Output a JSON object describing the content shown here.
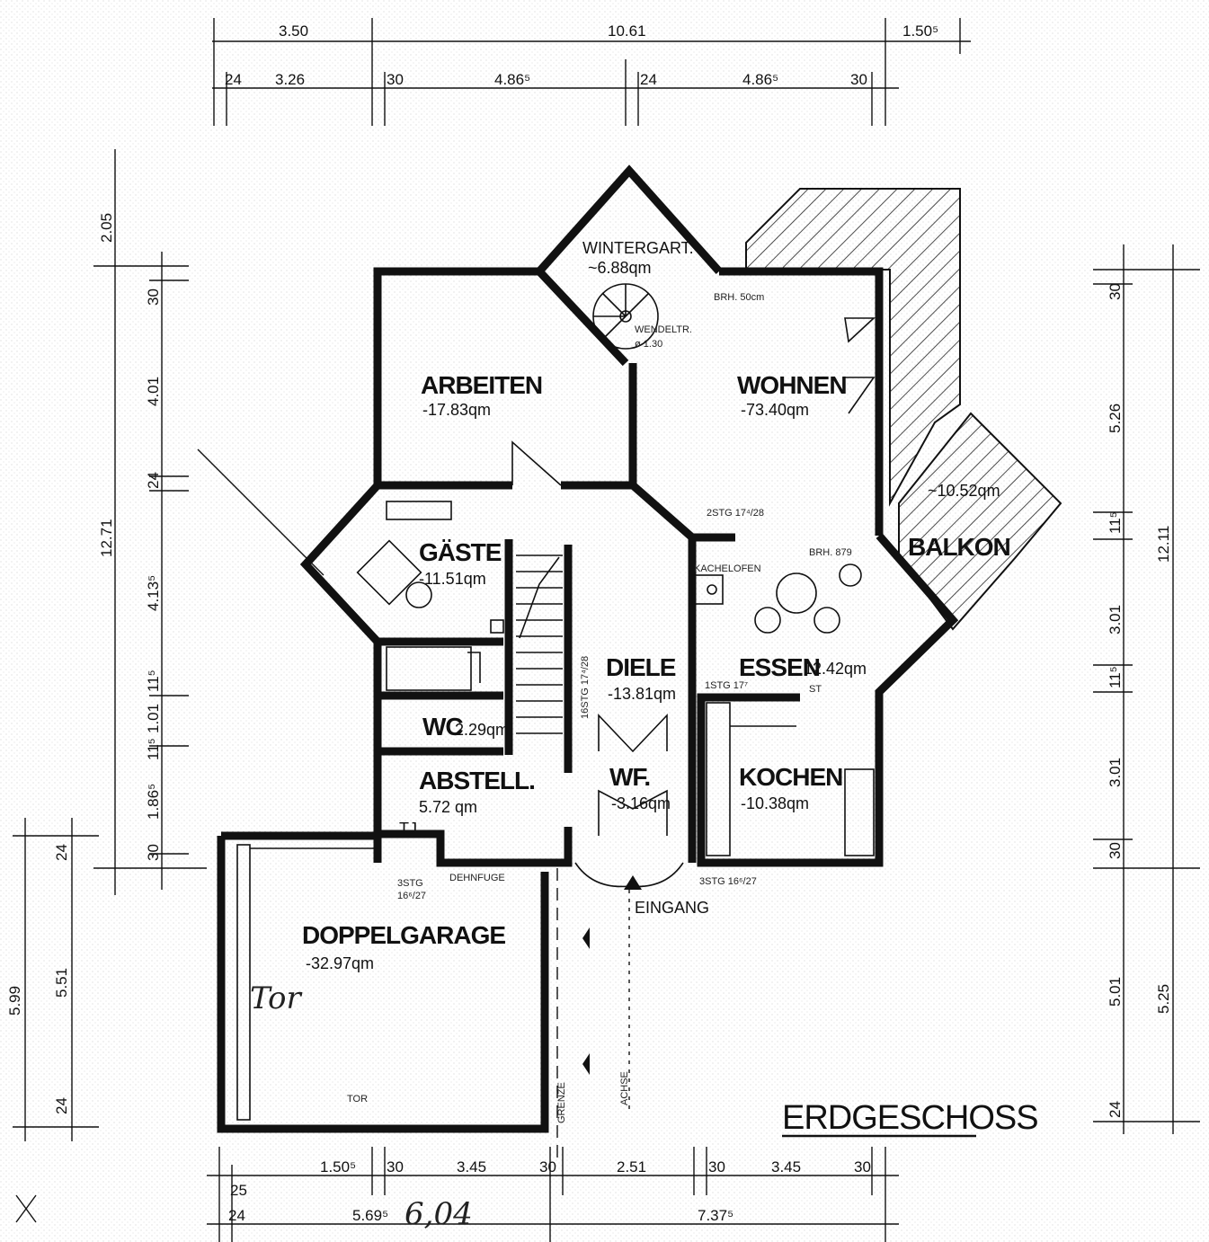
{
  "plan_title": "ERDGESCHOSS",
  "rooms": {
    "wintergarten": {
      "name": "WINTERGART.",
      "area": "~6.88qm"
    },
    "arbeiten": {
      "name": "ARBEITEN",
      "area": "-17.83qm"
    },
    "wohnen": {
      "name": "WOHNEN",
      "area": "-73.40qm"
    },
    "gaeste": {
      "name": "GÄSTE",
      "area": "-11.51qm"
    },
    "balkon": {
      "name": "BALKON",
      "area": "~10.52qm"
    },
    "diele": {
      "name": "DIELE",
      "area": "-13.81qm"
    },
    "essen": {
      "name": "ESSEN",
      "area": "12.42qm"
    },
    "wc": {
      "name": "WC",
      "area": "2.29qm"
    },
    "abstell": {
      "name": "ABSTELL.",
      "area": "5.72 qm"
    },
    "wf": {
      "name": "WF.",
      "area": "-3.16qm"
    },
    "kochen": {
      "name": "KOCHEN",
      "area": "-10.38qm"
    },
    "garage": {
      "name": "DOPPELGARAGE",
      "area": "-32.97qm"
    }
  },
  "labels": {
    "eingang": "EINGANG",
    "wendeltreppe": "WENDELTR.",
    "wendel_dia": "ø 1.30",
    "brh50": "BRH. 50cm",
    "stg_upper": "2STG 17⁴/28",
    "stg_essen": "1STG 17⁷",
    "kachelofen": "KACHELOFEN",
    "brh_essen": "BRH. 879",
    "st": "ST",
    "dehnfuge": "DEHNFUGE",
    "stg_left": "3STG",
    "stg_left2": "16⁶/27",
    "stg_right": "3STG 16⁶/27",
    "stair_run": "16STG 17⁴/28",
    "grenze": "GRENZE",
    "achse": "ACHSE",
    "tor": "Tor",
    "tor_note": "TOR",
    "hand_604": "6,04",
    "tj": "TJ"
  },
  "dims_top_row1": [
    "3.50",
    "10.61",
    "1.50⁵"
  ],
  "dims_top_row2": [
    "24",
    "3.26",
    "30",
    "4.86⁵",
    "24",
    "4.86⁵",
    "30"
  ],
  "dims_left_outer": [
    "2.05",
    "12.71"
  ],
  "dims_left_inner": [
    "30",
    "4.01",
    "24",
    "4.13⁵",
    "11⁵",
    "1.01",
    "11⁵",
    "1.86⁵",
    "30"
  ],
  "dims_left_garage": [
    "5.99",
    "5.51",
    "24",
    "24"
  ],
  "dims_right_inner": [
    "30",
    "5.26",
    "11⁵",
    "3.01",
    "11⁵",
    "3.01",
    "30",
    "5.01",
    "24"
  ],
  "dims_right_outer": [
    "12.11",
    "5.25"
  ],
  "dims_bottom_row1": [
    "1.50⁵",
    "30",
    "3.45",
    "30",
    "2.51",
    "30",
    "3.45",
    "30"
  ],
  "dims_bottom_row2": [
    "24",
    "5.69⁵",
    "7.37⁵"
  ],
  "dims_bottom_small": [
    "25"
  ]
}
